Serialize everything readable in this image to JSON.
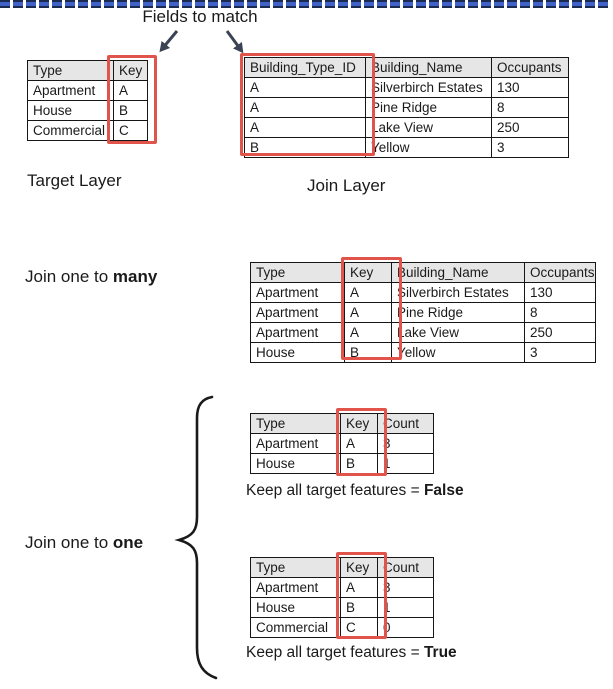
{
  "annotations": {
    "fields_to_match": "Fields to match",
    "target_layer": "Target Layer",
    "join_layer": "Join Layer",
    "join_many_prefix": "Join one to ",
    "join_many_bold": "many",
    "join_one_prefix": "Join one to ",
    "join_one_bold": "one",
    "keep_false_prefix": "Keep all target features = ",
    "keep_false_bold": "False",
    "keep_true_prefix": "Keep all target features = ",
    "keep_true_bold": "True"
  },
  "colors": {
    "highlight_red": "#e0544b",
    "header_gray": "#e7e6e6",
    "arrow_navy": "#3a4454",
    "divider_blue": "#4061c8",
    "divider_navy": "#1b2a50",
    "table_border": "#161616"
  },
  "icons": [
    "arrow-down-left-icon",
    "arrow-down-right-icon",
    "curly-brace-icon"
  ],
  "tables": {
    "target": {
      "headers": [
        "Type",
        "Key"
      ],
      "rows": [
        [
          "Apartment",
          "A"
        ],
        [
          "House",
          "B"
        ],
        [
          "Commercial",
          "C"
        ]
      ]
    },
    "join": {
      "headers": [
        "Building_Type_ID",
        "Building_Name",
        "Occupants"
      ],
      "rows": [
        [
          "A",
          "Silverbirch Estates",
          "130"
        ],
        [
          "A",
          "Pine Ridge",
          "8"
        ],
        [
          "A",
          "Lake View",
          "250"
        ],
        [
          "B",
          "Yellow",
          "3"
        ]
      ]
    },
    "many": {
      "headers": [
        "Type",
        "Key",
        "Building_Name",
        "Occupants"
      ],
      "rows": [
        [
          "Apartment",
          "A",
          "Silverbirch Estates",
          "130"
        ],
        [
          "Apartment",
          "A",
          "Pine Ridge",
          "8"
        ],
        [
          "Apartment",
          "A",
          "Lake View",
          "250"
        ],
        [
          "House",
          "B",
          "Yellow",
          "3"
        ]
      ]
    },
    "one_false": {
      "headers": [
        "Type",
        "Key",
        "Count"
      ],
      "rows": [
        [
          "Apartment",
          "A",
          "3"
        ],
        [
          "House",
          "B",
          "1"
        ]
      ]
    },
    "one_true": {
      "headers": [
        "Type",
        "Key",
        "Count"
      ],
      "rows": [
        [
          "Apartment",
          "A",
          "3"
        ],
        [
          "House",
          "B",
          "1"
        ],
        [
          "Commercial",
          "C",
          "0"
        ]
      ]
    }
  }
}
